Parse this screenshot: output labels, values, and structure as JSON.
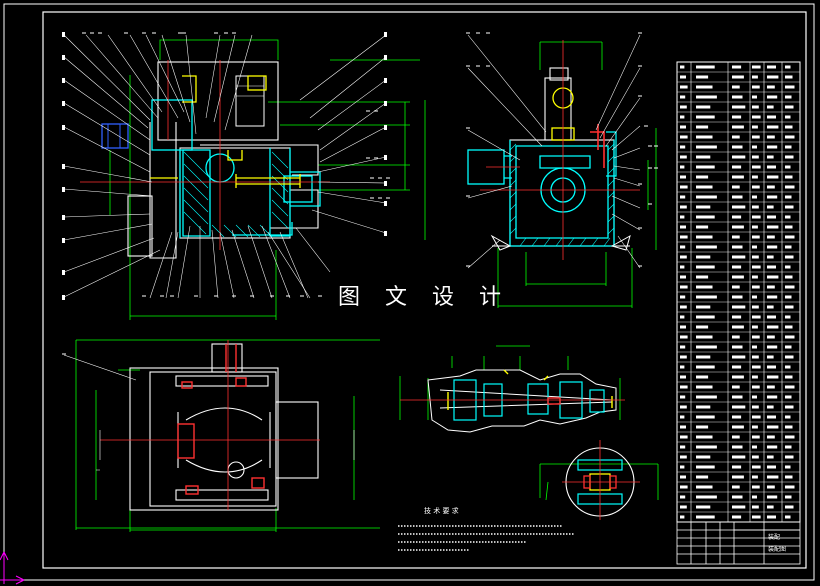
{
  "watermark": "图 文 设 计",
  "notes_title": "技 术 要 求",
  "title_block": {
    "label_1": "装配",
    "label_2": "装配图"
  },
  "colors": {
    "background": "#000000",
    "frame": "#ffffff",
    "outline": "#ffffff",
    "dimension": "#00ff00",
    "section": "#00ffff",
    "centerline": "#ff3030",
    "part": "#ffff00",
    "hidden": "#3060ff",
    "corner_mark": "#ff00ff"
  }
}
